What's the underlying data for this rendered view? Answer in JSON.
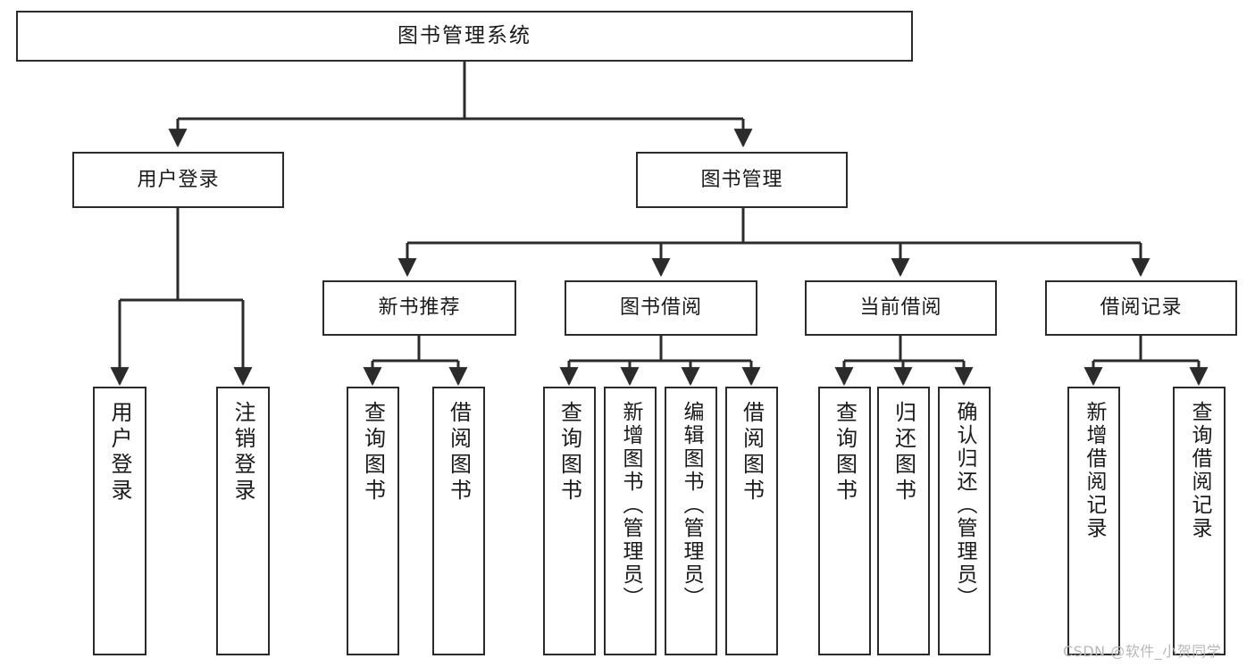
{
  "diagram": {
    "type": "tree-hierarchy",
    "title": "图书管理系统",
    "orientation": "top-down",
    "colors": {
      "stroke": "#2b2b2b",
      "fill": "#ffffff",
      "text": "#1a1a1a",
      "watermark": "#b8b8b8"
    },
    "root": {
      "label": "图书管理系统"
    },
    "level2": [
      {
        "label": "用户登录"
      },
      {
        "label": "图书管理"
      }
    ],
    "level3": [
      {
        "label": "新书推荐"
      },
      {
        "label": "图书借阅"
      },
      {
        "label": "当前借阅"
      },
      {
        "label": "借阅记录"
      }
    ],
    "leaves": {
      "user_login": [
        {
          "label": "用户登录"
        },
        {
          "label": "注销登录"
        }
      ],
      "new_book": [
        {
          "label": "查询图书"
        },
        {
          "label": "借阅图书"
        }
      ],
      "borrow_book": [
        {
          "label": "查询图书"
        },
        {
          "label": "新增图书（管理员）"
        },
        {
          "label": "编辑图书（管理员）"
        },
        {
          "label": "借阅图书"
        }
      ],
      "current_borrow": [
        {
          "label": "查询图书"
        },
        {
          "label": "归还图书"
        },
        {
          "label": "确认归还（管理员）"
        }
      ],
      "borrow_record": [
        {
          "label": "新增借阅记录"
        },
        {
          "label": "查询借阅记录"
        }
      ]
    },
    "watermark": "CSDN @软件_小贺同学"
  }
}
